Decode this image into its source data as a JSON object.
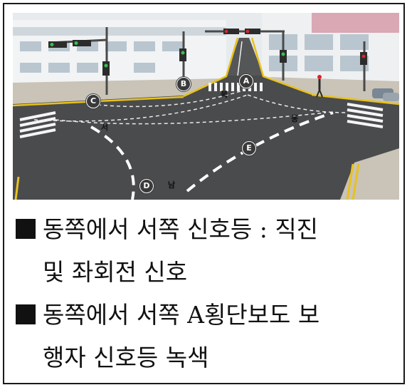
{
  "scene": {
    "markers": {
      "a": "A",
      "b": "B",
      "c": "C",
      "d": "D",
      "e": "E"
    },
    "directions": {
      "north": "북",
      "south": "남",
      "east": "동",
      "west": "서"
    }
  },
  "notes": {
    "item1_line1": "동쪽에서 서쪽 신호등 : 직진",
    "item1_line2": "및 좌회전 신호",
    "item2_line1": "동쪽에서 서쪽 A횡단보도 보",
    "item2_line2": "행자 신호등 녹색"
  },
  "colors": {
    "road": "#4a4b4d",
    "lane_yellow": "#e8c21a",
    "sidewalk": "#c9c3b8",
    "building": "#e7ebee",
    "signal_green": "#35c24a",
    "signal_red": "#d8262b",
    "text": "#111111"
  }
}
